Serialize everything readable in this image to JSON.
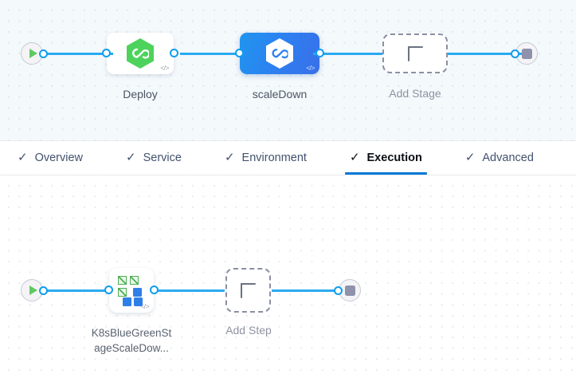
{
  "colors": {
    "accent": "#0278d4",
    "link": "#2aaaf0",
    "port": "#0e9ef0",
    "selected_node": "#2e7ef0",
    "harness_green": "#4dd35c",
    "k8s_blue": "#2f7fe8",
    "stage_canvas_bg": "#f4f9fc",
    "step_canvas_bg": "#ffffff",
    "dot_grid": "#dfe7ec"
  },
  "stage_canvas": {
    "start_node": {
      "name": "pipeline-start",
      "icon": "play-icon"
    },
    "end_node": {
      "name": "pipeline-end",
      "icon": "stop-icon"
    },
    "stages": [
      {
        "label": "Deploy",
        "icon": "harness-hexagon-green-icon",
        "badge": "</>",
        "selected": false
      },
      {
        "label": "scaleDown",
        "icon": "harness-hexagon-white-icon",
        "badge": "</>",
        "selected": true
      }
    ],
    "add_stage": {
      "label": "Add Stage",
      "icon": "plus-icon"
    }
  },
  "tabs": [
    {
      "label": "Overview",
      "checked": true,
      "active": false
    },
    {
      "label": "Service",
      "checked": true,
      "active": false
    },
    {
      "label": "Environment",
      "checked": true,
      "active": false
    },
    {
      "label": "Execution",
      "checked": true,
      "active": true
    },
    {
      "label": "Advanced",
      "checked": true,
      "active": false
    }
  ],
  "tab_check_glyph": "✓",
  "step_canvas": {
    "start_node": {
      "name": "execution-start",
      "icon": "play-icon"
    },
    "end_node": {
      "name": "execution-end",
      "icon": "stop-icon"
    },
    "steps": [
      {
        "label_line1": "K8sBlueGreenSt",
        "label_line2": "ageScaleDow...",
        "icon": "kubernetes-scale-icon",
        "badge": "</>"
      }
    ],
    "add_step": {
      "label": "Add Step",
      "icon": "plus-icon"
    }
  }
}
